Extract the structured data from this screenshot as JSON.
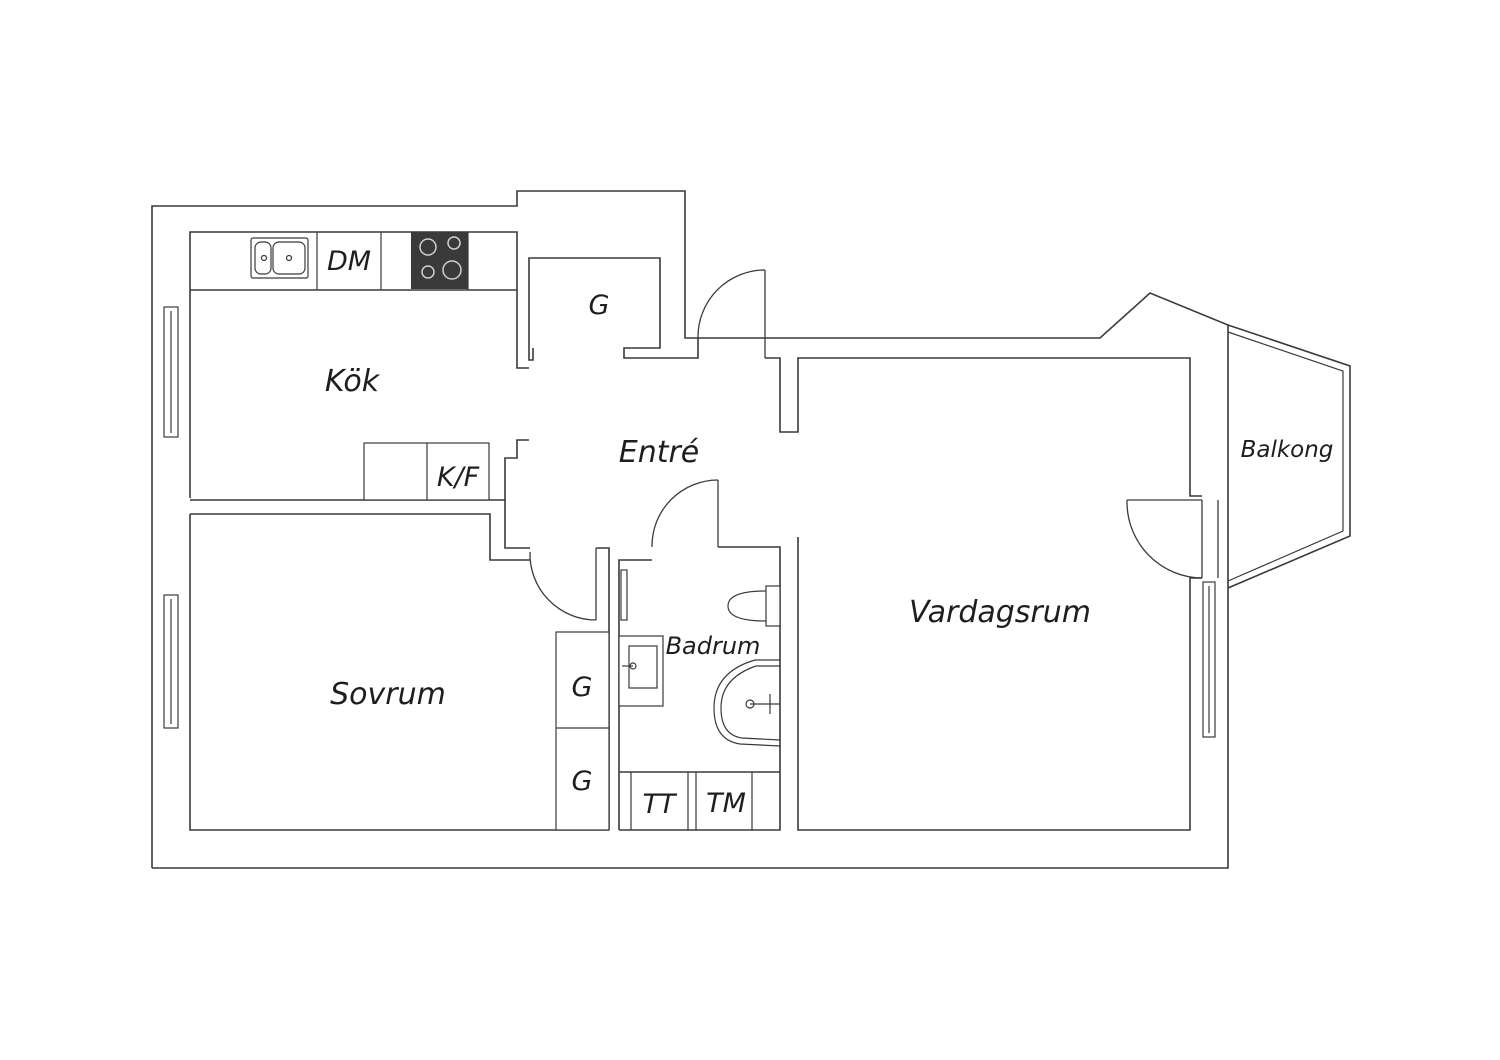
{
  "rooms": {
    "kok": "Kök",
    "entre": "Entré",
    "sovrum": "Sovrum",
    "badrum": "Badrum",
    "vardagsrum": "Vardagsrum",
    "balkong": "Balkong"
  },
  "fixtures": {
    "dishwasher": "DM",
    "fridge_freezer": "K/F",
    "wardrobe_hall": "G",
    "wardrobe_bed_1": "G",
    "wardrobe_bed_2": "G",
    "tumble_dryer": "TT",
    "washing_machine": "TM"
  },
  "colors": {
    "line": "#3a3a3a",
    "stove": "#3a3a3a",
    "background": "#ffffff"
  }
}
